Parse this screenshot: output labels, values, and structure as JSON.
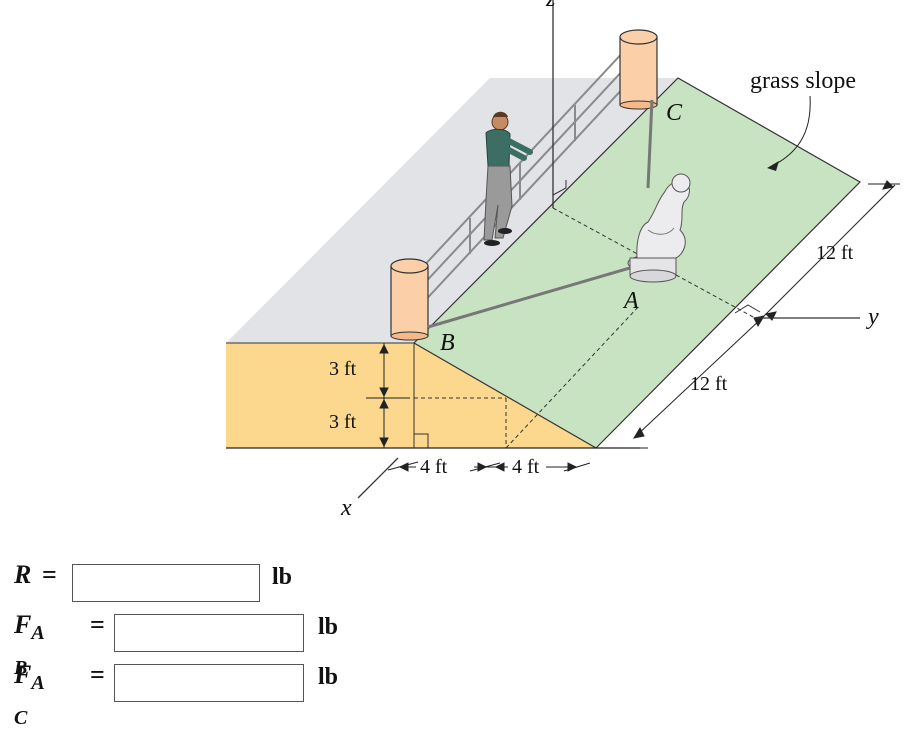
{
  "figure": {
    "labels": {
      "z": "z",
      "x": "x",
      "y": "y",
      "A": "A",
      "B": "B",
      "C": "C",
      "grass": "grass slope"
    },
    "dims": {
      "h1": "3 ft",
      "h2": "3 ft",
      "w1": "4 ft",
      "w2": "4 ft",
      "l1": "12 ft",
      "l2": "12 ft"
    },
    "colors": {
      "grass": "#c8e3c2",
      "wall": "#fbd88e",
      "deck": "#e2e3e6",
      "post": "#fbcfa8"
    }
  },
  "answers": [
    {
      "symbol": "R",
      "sub": "",
      "eq": "=",
      "value": "",
      "unit": "lb"
    },
    {
      "symbol": "F",
      "sub": "A B",
      "eq": "=",
      "value": "",
      "unit": "lb"
    },
    {
      "symbol": "F",
      "sub": "A C",
      "eq": "=",
      "value": "",
      "unit": "lb"
    }
  ]
}
